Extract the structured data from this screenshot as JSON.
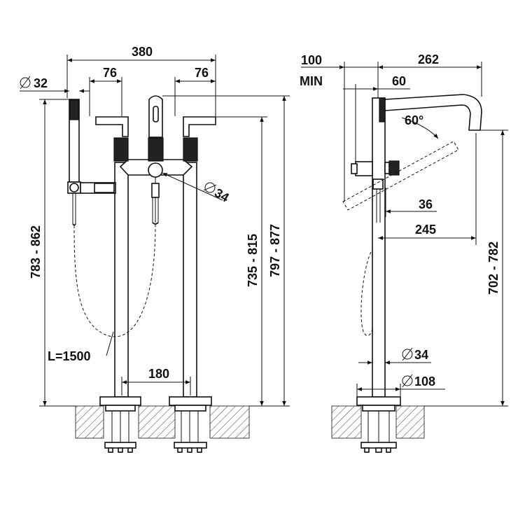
{
  "front_view": {
    "overall_width": "380",
    "left_spacing": "76",
    "right_spacing": "76",
    "handshower_diameter": "32",
    "mixer_body_diameter": "34",
    "leg_spacing": "180",
    "hose_length": "L=1500",
    "handshower_height": "783 - 862",
    "handle_height": "735 - 815",
    "spout_height": "797 - 877"
  },
  "side_view": {
    "wall_clearance": "100",
    "wall_clearance_note": "MIN",
    "spout_reach": "262",
    "spout_offset": "60",
    "handle_angle": "60°",
    "handle_offset": "36",
    "handle_reach": "245",
    "outlet_height": "702 - 782",
    "column_diameter": "34",
    "base_diameter": "108"
  }
}
